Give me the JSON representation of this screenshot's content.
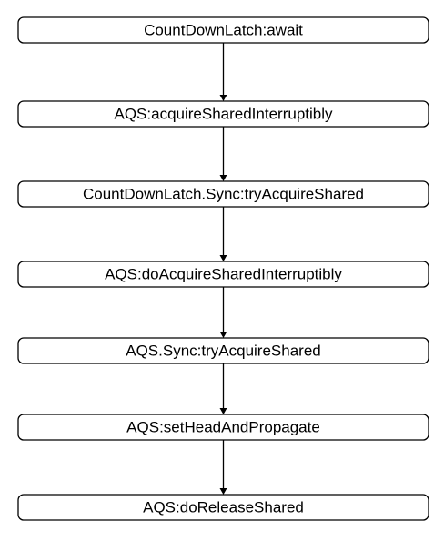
{
  "flowchart": {
    "nodes": [
      {
        "label": "CountDownLatch:await"
      },
      {
        "label": "AQS:acquireSharedInterruptibly"
      },
      {
        "label": "CountDownLatch.Sync:tryAcquireShared"
      },
      {
        "label": "AQS:doAcquireSharedInterruptibly"
      },
      {
        "label": "AQS.Sync:tryAcquireShared"
      },
      {
        "label": "AQS:setHeadAndPropagate"
      },
      {
        "label": "AQS:doReleaseShared"
      }
    ],
    "edges": [
      {
        "from": 0,
        "to": 1
      },
      {
        "from": 1,
        "to": 2
      },
      {
        "from": 2,
        "to": 3
      },
      {
        "from": 3,
        "to": 4
      },
      {
        "from": 4,
        "to": 5
      },
      {
        "from": 5,
        "to": 6
      }
    ]
  }
}
